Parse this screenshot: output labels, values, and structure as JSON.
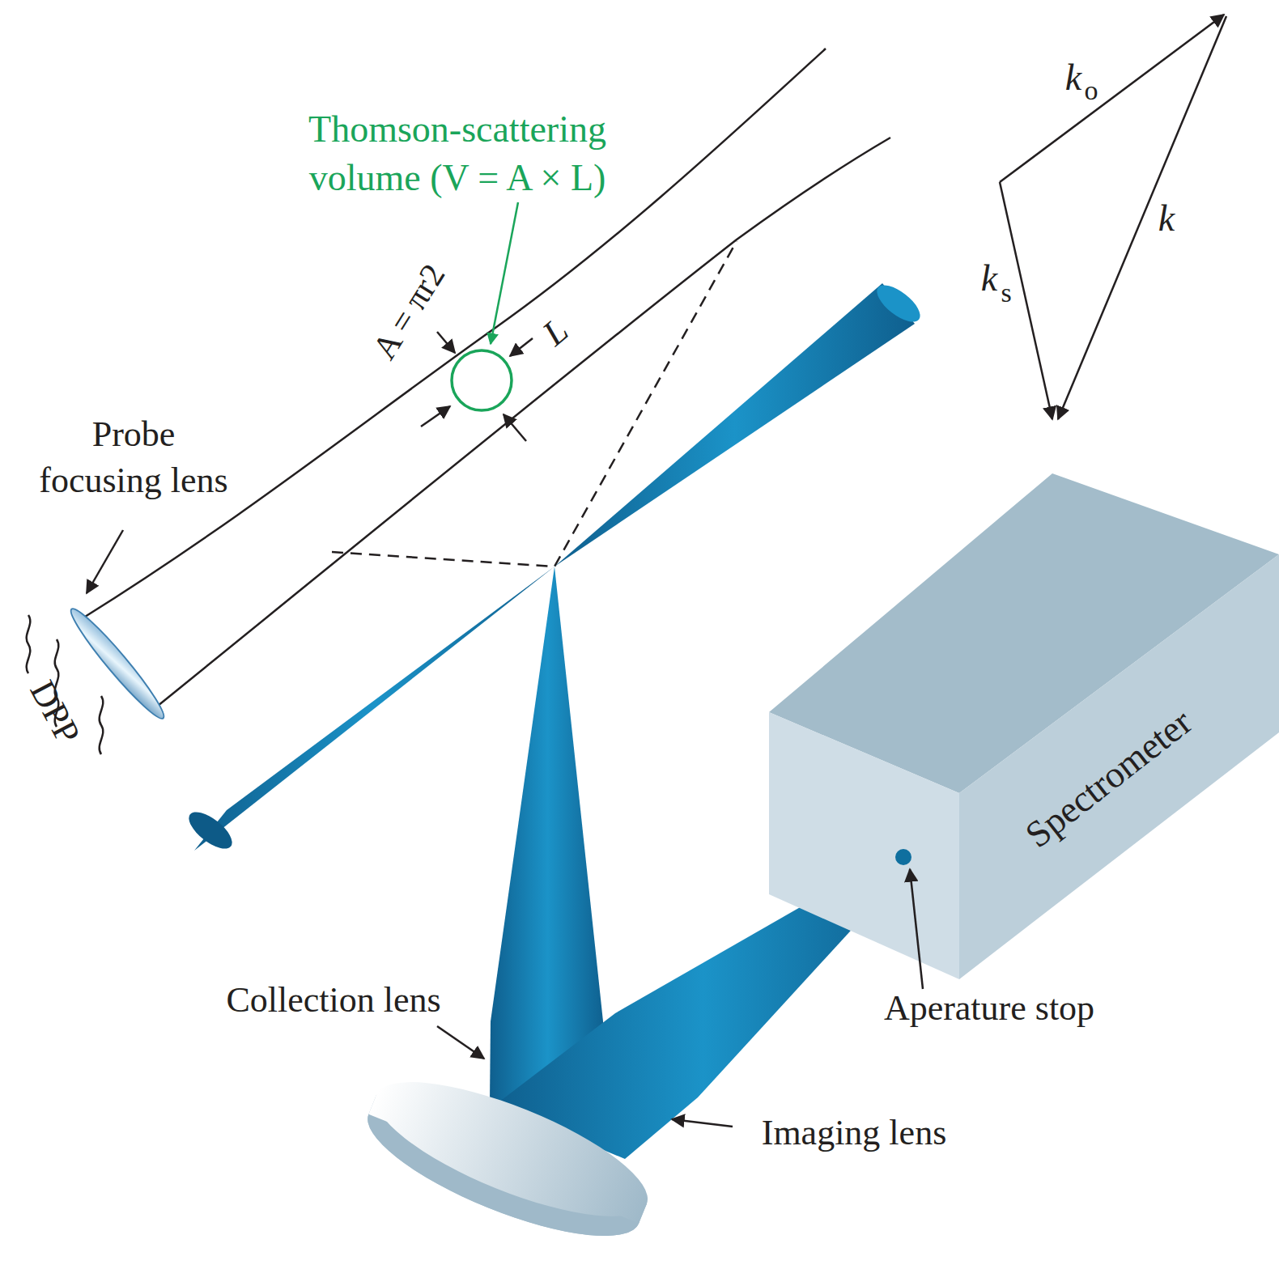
{
  "diagram": {
    "nodes": [
      {
        "text": [
          "Spectrometer"
        ]
      }
    ],
    "labels": [
      "Thomson-scattering volume (V = A × L)",
      "A = πr2",
      "L",
      "Probe focusing lens",
      "DPP",
      "Collection lens",
      "Imaging lens",
      "Aperature stop",
      "k",
      "o",
      "k",
      "k",
      "s"
    ]
  }
}
